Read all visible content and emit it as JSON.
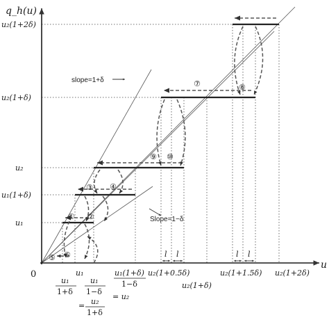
{
  "labels": {
    "y_axis": "q_h(u)",
    "x_axis": "u",
    "origin": "0",
    "slope_upper": "slope=1+δ",
    "slope_lower": "Slope=1−δ",
    "y_u2_1p2d": "u₂(1+2δ)",
    "y_u2_1pd": "u₂(1+δ)",
    "y_u2": "u₂",
    "y_u1_1pd": "u₁(1+δ)",
    "y_u1": "u₁",
    "x_u1_over_1pd_num": "u₁",
    "x_u1_over_1pd_den": "1+δ",
    "x_u1": "u₁",
    "x_u1_over_1md_num": "u₁",
    "x_u1_over_1md_den": "1−δ",
    "x_eq_sign": "=",
    "x_u2_over_1pd_num": "u₂",
    "x_u2_over_1pd_den": "1+δ",
    "x_u1_1pd_over_1md_num": "u₁(1+δ)",
    "x_u1_1pd_over_1md_den": "1−δ",
    "x_eq_u2": "= u₂",
    "x_u2_1p05d": "u₂(1+0.5δ)",
    "x_u2_1pd": "u₂(1+δ)",
    "x_u2_1p15d": "u₂(1+1.5δ)",
    "x_u2_1p2d": "u₂(1+2δ)",
    "l_left_1": "l",
    "l_left_2": "l",
    "l_right_1": "l",
    "l_right_2": "l"
  },
  "markers": {
    "m1": "①",
    "m2": "②",
    "m3": "③",
    "m4": "④",
    "m5": "⑤",
    "m6": "⑥",
    "m7": "⑦",
    "m8": "⑧",
    "m9": "⑨",
    "m10": "⑩"
  }
}
